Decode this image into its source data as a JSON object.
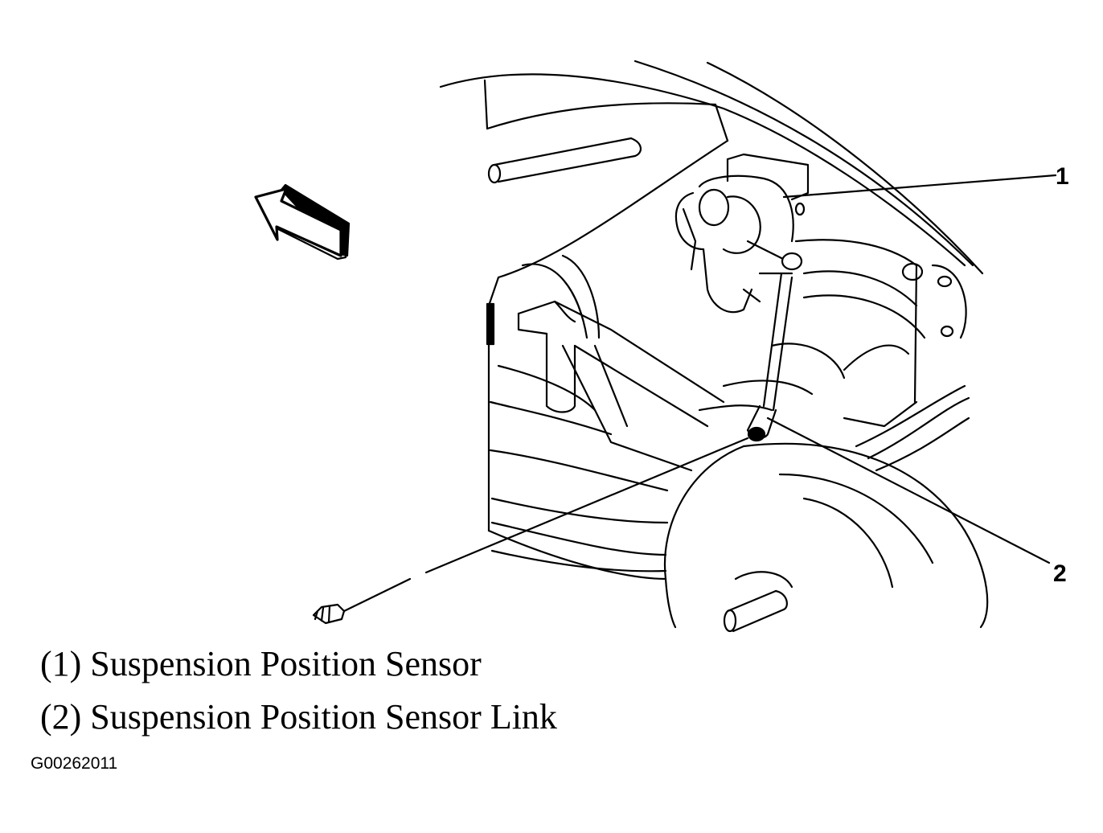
{
  "callouts": [
    {
      "number": "1"
    },
    {
      "number": "2"
    }
  ],
  "legend": [
    {
      "text": "(1) Suspension Position Sensor"
    },
    {
      "text": "(2) Suspension Position Sensor Link"
    }
  ],
  "figure_id": "G00262011"
}
